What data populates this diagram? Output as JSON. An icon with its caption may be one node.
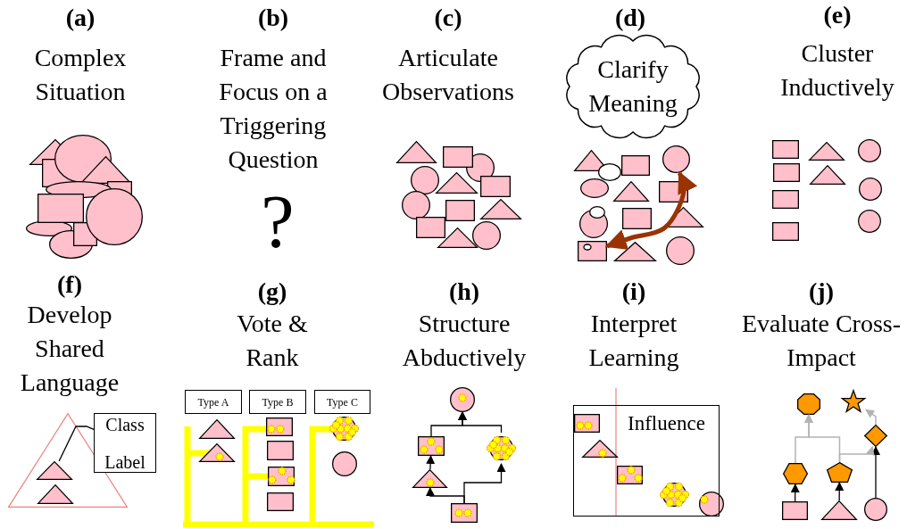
{
  "diagram": {
    "nodes": [
      {
        "text": [
          "Class Label"
        ]
      },
      {
        "text": [],
        "shape": "triangle"
      },
      {
        "text": [
          "Type A"
        ]
      },
      {
        "text": [
          "Type B"
        ]
      },
      {
        "text": [
          "Type C"
        ]
      },
      {
        "text": [
          "Clarify Meaning"
        ]
      },
      {
        "text": [],
        "shape": "circle"
      },
      {
        "text": [],
        "shape": "box"
      },
      {
        "text": [],
        "shape": "circle"
      },
      {
        "text": [],
        "shape": "box"
      },
      {
        "text": [],
        "shape": "circle"
      },
      {
        "text": [],
        "shape": "triangle"
      },
      {
        "text": [],
        "shape": "box"
      },
      {
        "text": [
          "Influence"
        ]
      },
      {
        "text": [],
        "shape": "octagon"
      },
      {
        "text": [],
        "shape": "star"
      },
      {
        "text": [],
        "shape": "diamond"
      },
      {
        "text": [],
        "shape": "hexagon"
      },
      {
        "text": [],
        "shape": "pentagon"
      },
      {
        "text": [],
        "shape": "box"
      },
      {
        "text": [],
        "shape": "triangle"
      },
      {
        "text": [],
        "shape": "circle"
      }
    ],
    "edges": [
      {
        "from": 0,
        "to": 1,
        "arrow": "none"
      },
      {
        "from": 6,
        "to": 7,
        "arrow": "both",
        "style": "thick",
        "color": "#993300"
      },
      {
        "from": 12,
        "to": 11,
        "arrow": "to"
      },
      {
        "from": 11,
        "to": 9,
        "arrow": "to"
      },
      {
        "from": 9,
        "to": 8,
        "arrow": "to"
      },
      {
        "from": 10,
        "to": 8,
        "arrow": "to"
      },
      {
        "from": 12,
        "to": 10,
        "arrow": "to"
      },
      {
        "from": 19,
        "to": 17,
        "arrow": "to"
      },
      {
        "from": 20,
        "to": 18,
        "arrow": "to"
      },
      {
        "from": 21,
        "to": 16,
        "arrow": "to"
      },
      {
        "from": 17,
        "to": 14,
        "arrow": "to",
        "color": "#b3b3b3"
      },
      {
        "from": 18,
        "to": 14,
        "arrow": "to",
        "color": "#b3b3b3"
      },
      {
        "from": 18,
        "to": 16,
        "arrow": "to",
        "color": "#b3b3b3"
      },
      {
        "from": 16,
        "to": 15,
        "arrow": "to",
        "color": "#b3b3b3"
      }
    ],
    "labels": [
      "(a)",
      "Complex Situation",
      "(b)",
      "Frame and Focus on a Triggering Question",
      "(c)",
      "Articulate Observations",
      "(d)",
      "(e)",
      "Cluster Inductively",
      "?",
      "(f)",
      "Develop Shared Language",
      "(g)",
      "Vote & Rank",
      "(h)",
      "Structure Abductively",
      "(i)",
      "Interpret Learning",
      "(j)",
      "Evaluate Cross-Impact"
    ]
  }
}
